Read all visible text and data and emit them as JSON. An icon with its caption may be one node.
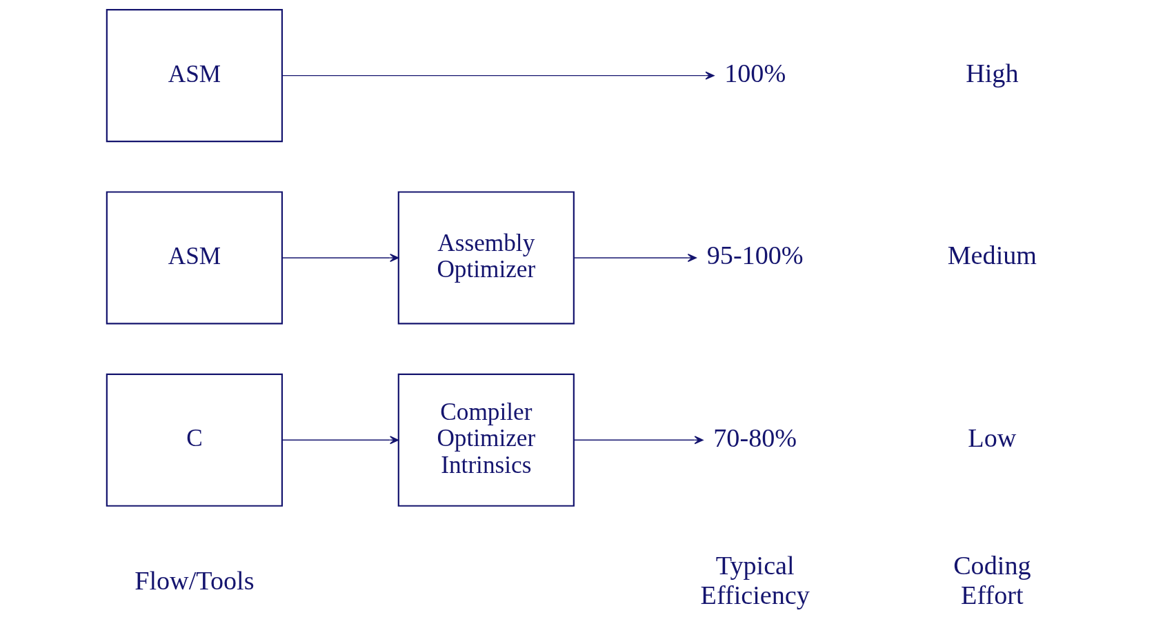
{
  "diagram": {
    "nodes": [
      {
        "text": [
          "C"
        ]
      },
      {
        "text": [
          "Compiler Optimizer Intrinsics"
        ]
      },
      {
        "text": [
          "70-80%"
        ]
      },
      {
        "text": [
          "ASM"
        ]
      },
      {
        "text": [
          "Assembly Optimizer"
        ]
      },
      {
        "text": [
          "95-100%"
        ]
      },
      {
        "text": [
          "ASM"
        ]
      },
      {
        "text": [
          "100%"
        ]
      }
    ],
    "edges": [
      {
        "from": 0,
        "to": 1,
        "arrow": "to"
      },
      {
        "from": 1,
        "to": 2,
        "arrow": "to"
      },
      {
        "from": 3,
        "to": 4,
        "arrow": "to"
      },
      {
        "from": 4,
        "to": 5,
        "arrow": "to"
      },
      {
        "from": 6,
        "to": 7,
        "arrow": "to"
      }
    ],
    "labels": [
      "Flow/Tools",
      "Typical Efficiency",
      "Coding Effort",
      "Low",
      "Medium",
      "High"
    ]
  }
}
